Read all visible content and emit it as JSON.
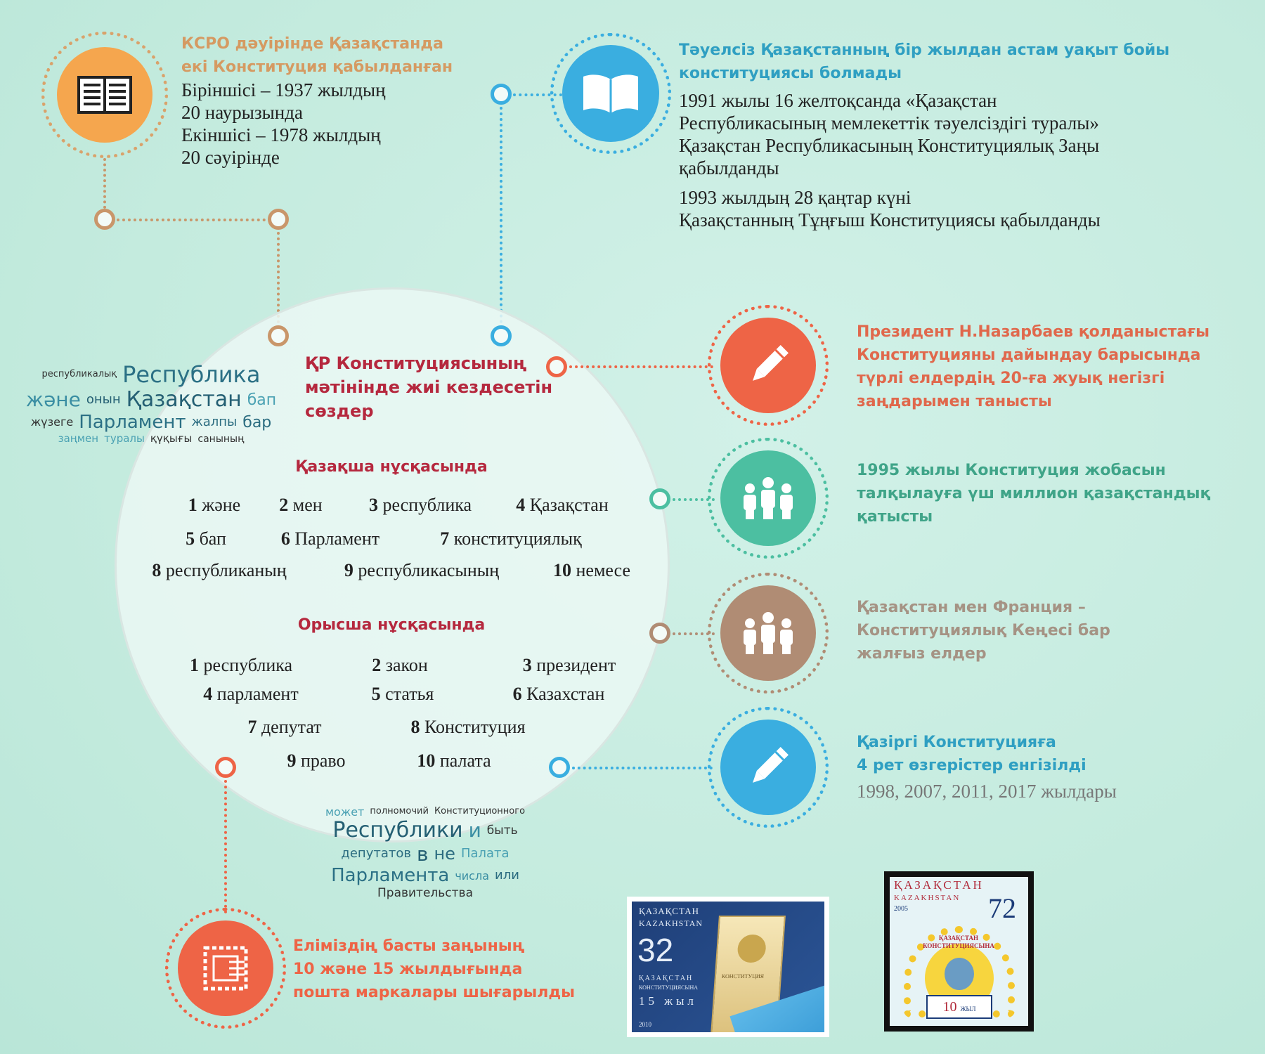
{
  "colors": {
    "orange": "#f5a64e",
    "blue": "#3aaee0",
    "red": "#ee6446",
    "green": "#4cbfa1",
    "brown": "#b08c74",
    "title_red": "#b5283e"
  },
  "block_ussr": {
    "title": [
      "КСРО дәуірінде Қазақстанда",
      "екі Конституция қабылданған"
    ],
    "lines": [
      "Біріншісі – 1937 жылдың",
      "20 наурызында",
      "Екіншісі – 1978 жылдың",
      "20 сәуірінде"
    ],
    "icon": "book-icon"
  },
  "block_independence": {
    "title": [
      "Тәуелсіз Қазақстанның бір жылдан астам уақыт бойы",
      "конституциясы болмады"
    ],
    "lines": [
      "1991 жылы 16 желтоқсанда «Қазақстан",
      "Республикасының мемлекеттік тәуелсіздігі туралы»",
      "Қазақстан Республикасының Конституциялық Заңы",
      "қабылданды"
    ],
    "lines2": [
      "1993 жылдың 28 қаңтар күні",
      "Қазақстанның Тұңғыш Конституциясы қабылданды"
    ],
    "icon": "open-book-icon"
  },
  "circle": {
    "title": [
      "ҚР Конституциясының",
      "мәтінінде жиі кездесетін",
      "сөздер"
    ],
    "kazakh": {
      "heading": "Қазақша нұсқасында",
      "words": [
        {
          "n": "1",
          "w": "және"
        },
        {
          "n": "2",
          "w": "мен"
        },
        {
          "n": "3",
          "w": "республика"
        },
        {
          "n": "4",
          "w": "Қазақстан"
        },
        {
          "n": "5",
          "w": "бап"
        },
        {
          "n": "6",
          "w": "Парламент"
        },
        {
          "n": "7",
          "w": "конституциялық"
        },
        {
          "n": "8",
          "w": "республиканың"
        },
        {
          "n": "9",
          "w": "республикасының"
        },
        {
          "n": "10",
          "w": "немесе"
        }
      ]
    },
    "russian": {
      "heading": "Орысша нұсқасында",
      "words": [
        {
          "n": "1",
          "w": "республика"
        },
        {
          "n": "2",
          "w": "закон"
        },
        {
          "n": "3",
          "w": "президент"
        },
        {
          "n": "4",
          "w": "парламент"
        },
        {
          "n": "5",
          "w": "статья"
        },
        {
          "n": "6",
          "w": "Казахстан"
        },
        {
          "n": "7",
          "w": "депутат"
        },
        {
          "n": "8",
          "w": "Конституция"
        },
        {
          "n": "9",
          "w": "право"
        },
        {
          "n": "10",
          "w": "палата"
        }
      ]
    }
  },
  "wordcloud_kz": [
    "Республика",
    "және",
    "Қазақстан",
    "Парламент",
    "бап",
    "жүзеге",
    "жалпы",
    "бар",
    "қүқығы",
    "туралы",
    "онын",
    "республикалық",
    "заңмен",
    "санының"
  ],
  "wordcloud_ru": [
    "Республики",
    "Парламента",
    "и",
    "в",
    "не",
    "Правительства",
    "быть",
    "депутатов",
    "или",
    "может",
    "полномочий",
    "Конституционного",
    "Палата",
    "числа"
  ],
  "facts": [
    {
      "lines": [
        "Президент Н.Назарбаев қолданыстағы",
        "Конституцияны дайындау барысында",
        "түрлі елдердің 20-ға жуық негізгі",
        "заңдарымен танысты"
      ],
      "icon": "pencil-icon"
    },
    {
      "lines": [
        "1995 жылы Конституция жобасын",
        "талқылауға үш миллион қазақстандық",
        "қатысты"
      ],
      "icon": "people-icon"
    },
    {
      "lines": [
        "Қазақстан мен Франция –",
        "Конституциялық Кеңесі бар",
        "жалғыз елдер"
      ],
      "icon": "people-icon"
    },
    {
      "lines": [
        "Қазіргі Конституцияға",
        "4 рет өзгерістер енгізілді"
      ],
      "note": "1998, 2007, 2011, 2017 жылдары",
      "icon": "pencil-icon"
    }
  ],
  "stamps_block": {
    "lines": [
      "Еліміздің басты заңының",
      "10 және 15 жылдығында",
      "пошта маркалары шығарылды"
    ],
    "icon": "stamp-icon"
  },
  "stamp1": {
    "country": "ҚАЗАҚСТАН",
    "country_latin": "KAZAKHSTAN",
    "value": "32",
    "caption1": "ҚАЗАҚСТАН",
    "caption2": "КОНСТИТУЦИЯСЫНА",
    "years": "15 жыл",
    "year": "2010",
    "book": "КОНСТИТУЦИЯ"
  },
  "stamp2": {
    "country": "ҚАЗАҚСТАН",
    "country_latin": "KAZAKHSTAN",
    "value": "72",
    "year": "2005",
    "arc": "ҚАЗАҚСТАН КОНСТИТУЦИЯСЫНА",
    "num": "10",
    "unit": "ЖЫЛ"
  }
}
